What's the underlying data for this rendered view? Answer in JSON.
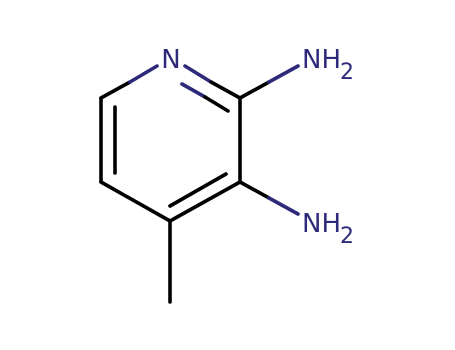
{
  "molecule": {
    "atoms": {
      "ring_nitrogen": "N",
      "amine_top": {
        "main": "NH",
        "subscript": "2"
      },
      "amine_bottom": {
        "main": "NH",
        "subscript": "2"
      }
    }
  },
  "colors": {
    "bond": "#000000",
    "nitrogen": "#2e2a7a"
  }
}
